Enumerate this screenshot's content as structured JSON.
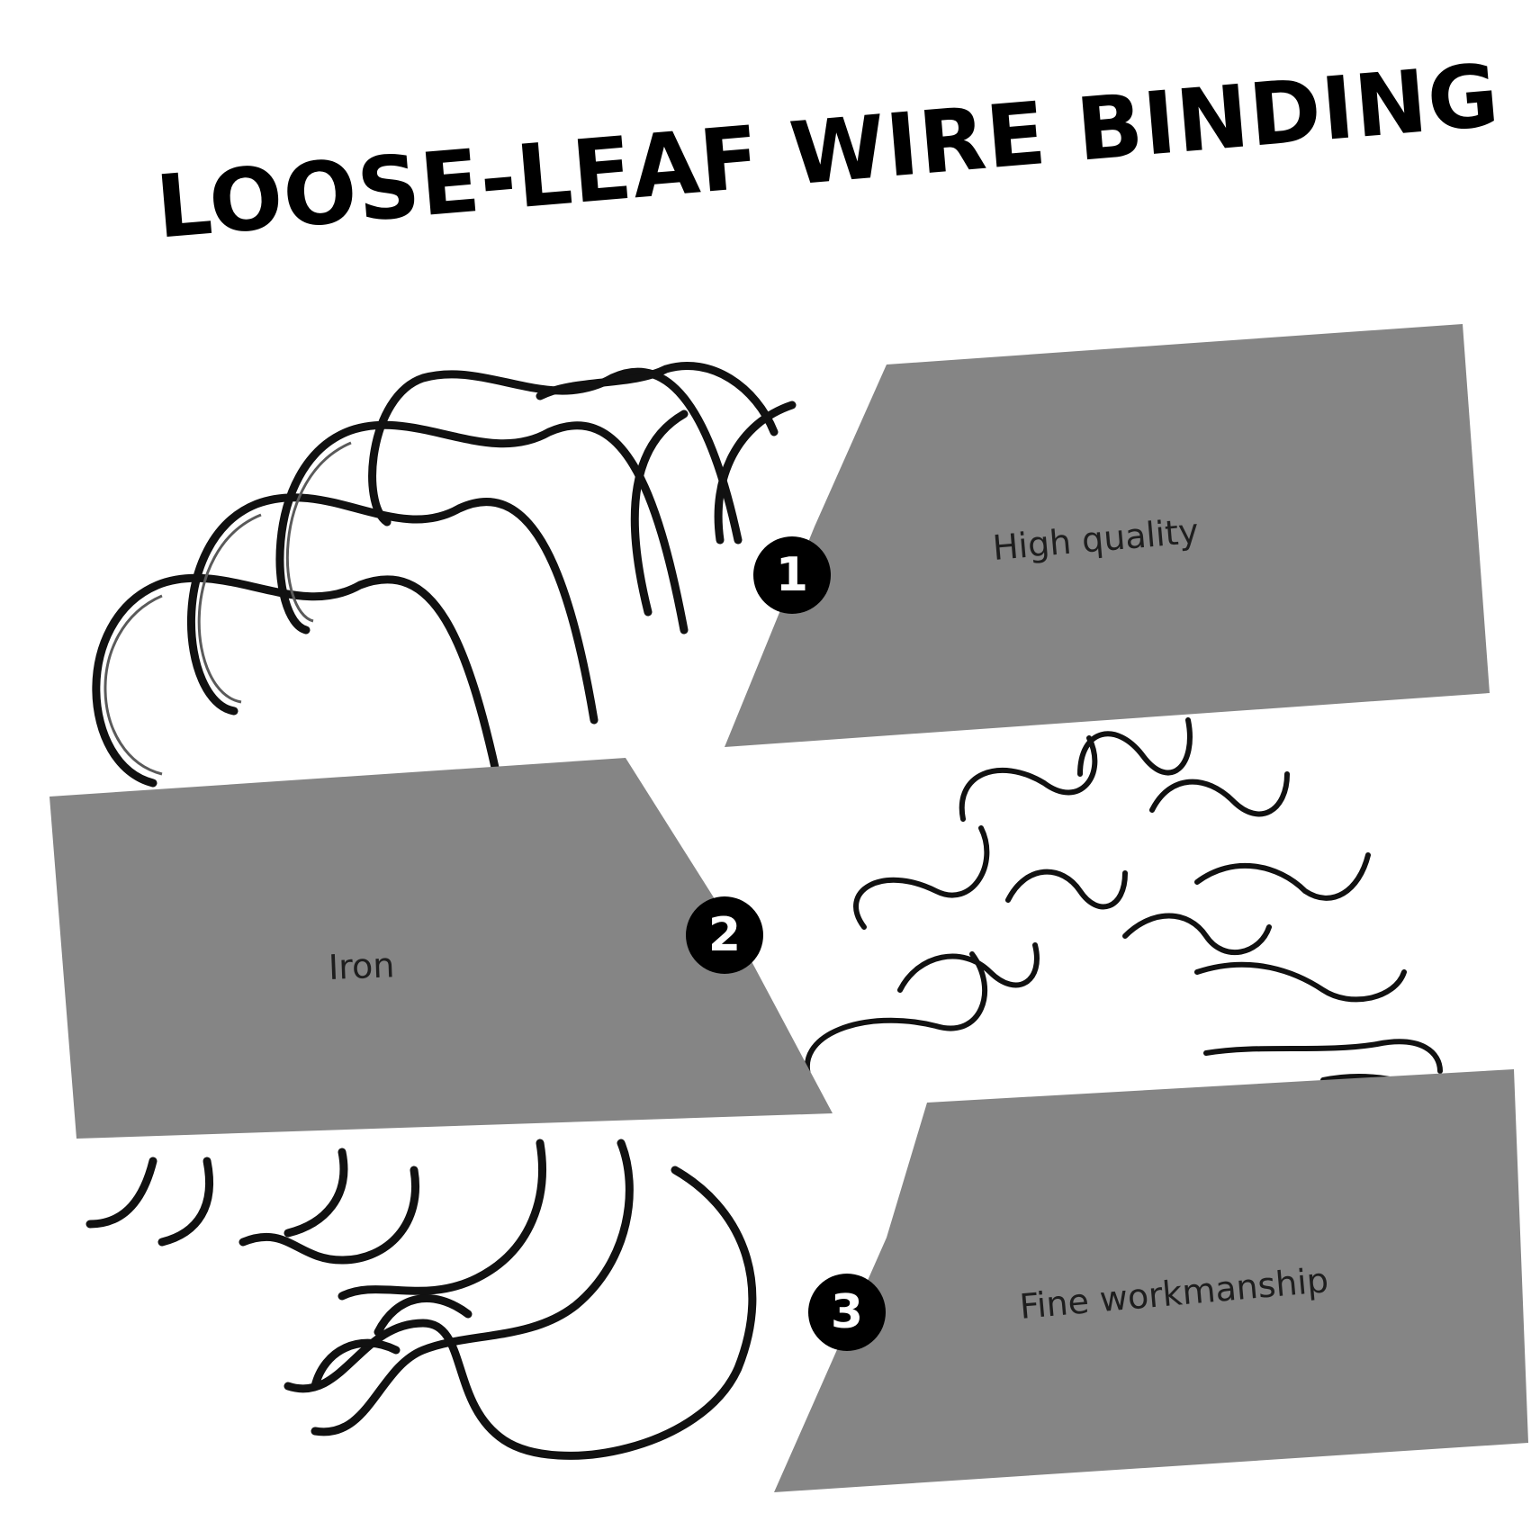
{
  "title": "LOOSE-LEAF WIRE BINDING",
  "features": [
    {
      "number": "1",
      "label": "High quality"
    },
    {
      "number": "2",
      "label": "Iron"
    },
    {
      "number": "3",
      "label": "Fine workmanship"
    }
  ],
  "colors": {
    "panel": "#858585",
    "wire": "#111111",
    "badge": "#000000",
    "text": "#1e1e1e"
  }
}
